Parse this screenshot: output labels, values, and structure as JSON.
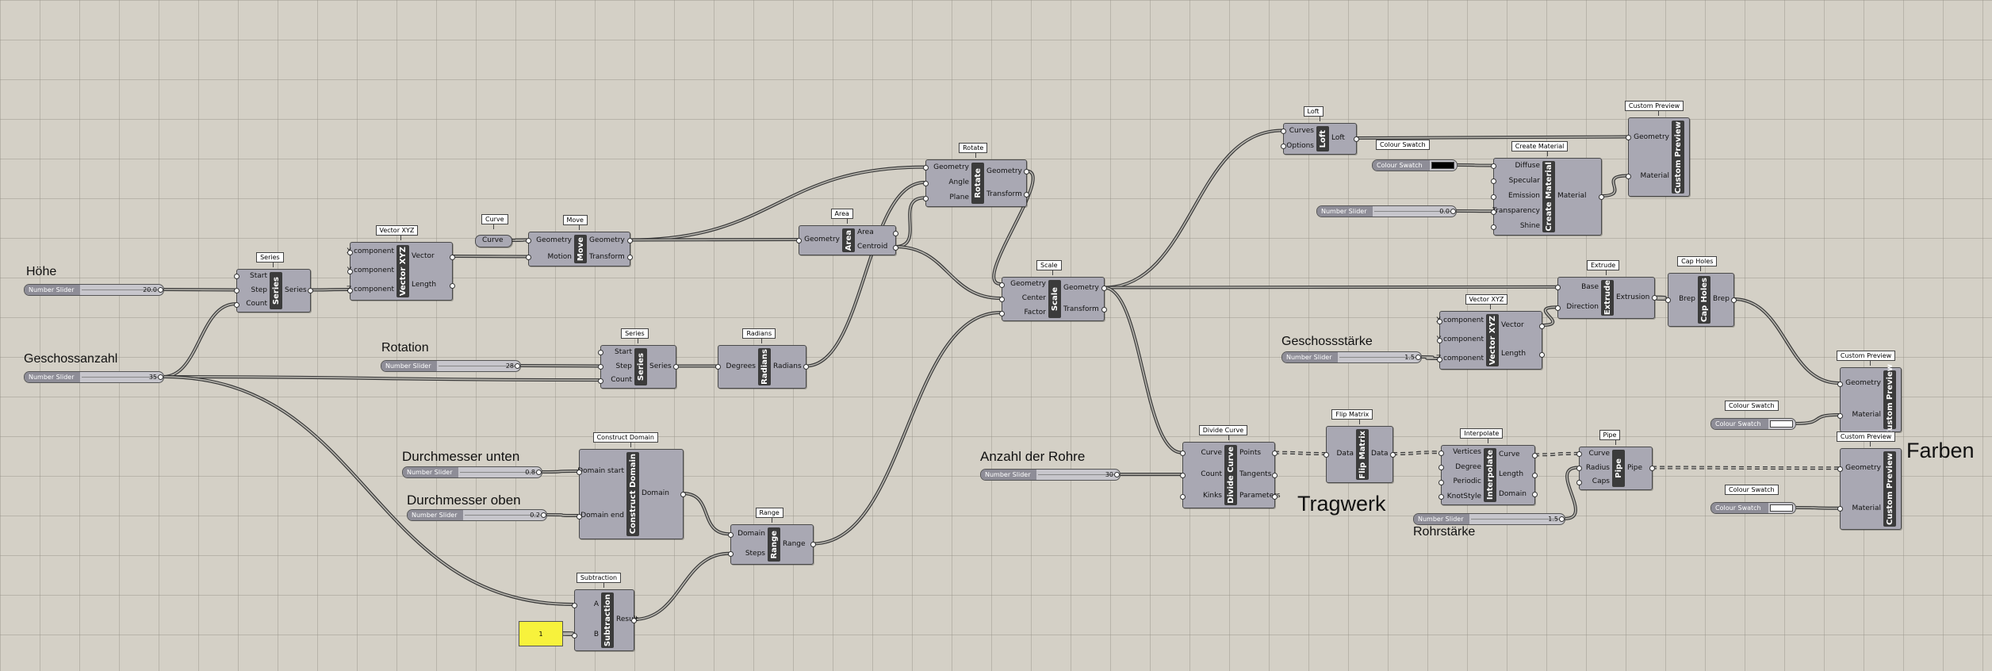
{
  "labels": {
    "hoehe": "Höhe",
    "geschossanzahl": "Geschossanzahl",
    "rotation": "Rotation",
    "durchmesser_unten": "Durchmesser unten",
    "durchmesser_oben": "Durchmesser oben",
    "anzahl_rohre": "Anzahl der Rohre",
    "geschossstaerke": "Geschossstärke",
    "tragwerk": "Tragwerk",
    "rohrstaerke": "Rohrstärke",
    "farben": "Farben"
  },
  "sliders": {
    "hoehe": {
      "label": "Number Slider",
      "value": "20.0"
    },
    "geschossanzahl": {
      "label": "Number Slider",
      "value": "35"
    },
    "rotation": {
      "label": "Number Slider",
      "value": "28"
    },
    "durchmesser_unten": {
      "label": "Number Slider",
      "value": "0.8"
    },
    "durchmesser_oben": {
      "label": "Number Slider",
      "value": "0.2"
    },
    "transparency": {
      "label": "Number Slider",
      "value": "0.0"
    },
    "geschossstaerke": {
      "label": "Number Slider",
      "value": "1.5"
    },
    "anzahl_rohre": {
      "label": "Number Slider",
      "value": "30"
    },
    "rohrstaerke": {
      "label": "Number Slider",
      "value": "1.5"
    }
  },
  "panel_yellow": {
    "value": "1"
  },
  "swatches": {
    "top": {
      "label": "Colour Swatch",
      "color": "#000000"
    },
    "mid": {
      "label": "Colour Swatch",
      "color": "#ffffff"
    },
    "bottom": {
      "label": "Colour Swatch",
      "color": "#ffffff"
    }
  },
  "components": {
    "series1": {
      "title": "Series",
      "name": "Series",
      "inputs": [
        "Start",
        "Step",
        "Count"
      ],
      "outputs": [
        "Series"
      ]
    },
    "vectorxyz1": {
      "title": "Vector XYZ",
      "name": "Vector XYZ",
      "inputs": [
        "X component",
        "Y component",
        "Z component"
      ],
      "outputs": [
        "Vector",
        "Length"
      ]
    },
    "curve": {
      "title": "Curve",
      "name": "Curve"
    },
    "move": {
      "title": "Move",
      "name": "Move",
      "inputs": [
        "Geometry",
        "Motion"
      ],
      "outputs": [
        "Geometry",
        "Transform"
      ]
    },
    "area": {
      "title": "Area",
      "name": "Area",
      "inputs": [
        "Geometry"
      ],
      "outputs": [
        "Area",
        "Centroid"
      ]
    },
    "rotate": {
      "title": "Rotate",
      "name": "Rotate",
      "inputs": [
        "Geometry",
        "Angle",
        "Plane"
      ],
      "outputs": [
        "Geometry",
        "Transform"
      ]
    },
    "series2": {
      "title": "Series",
      "name": "Series",
      "inputs": [
        "Start",
        "Step",
        "Count"
      ],
      "outputs": [
        "Series"
      ]
    },
    "radians": {
      "title": "Radians",
      "name": "Radians",
      "inputs": [
        "Degrees"
      ],
      "outputs": [
        "Radians"
      ]
    },
    "scale": {
      "title": "Scale",
      "name": "Scale",
      "inputs": [
        "Geometry",
        "Center",
        "Factor"
      ],
      "outputs": [
        "Geometry",
        "Transform"
      ]
    },
    "construct_domain": {
      "title": "Construct Domain",
      "name": "Construct Domain",
      "inputs": [
        "Domain start",
        "Domain end"
      ],
      "outputs": [
        "Domain"
      ]
    },
    "range": {
      "title": "Range",
      "name": "Range",
      "inputs": [
        "Domain",
        "Steps"
      ],
      "outputs": [
        "Range"
      ]
    },
    "subtraction": {
      "title": "Subtraction",
      "name": "Subtraction",
      "inputs": [
        "A",
        "B"
      ],
      "outputs": [
        "Result"
      ]
    },
    "loft": {
      "title": "Loft",
      "name": "Loft",
      "inputs": [
        "Curves",
        "Options"
      ],
      "outputs": [
        "Loft"
      ]
    },
    "create_material": {
      "title": "Create Material",
      "name": "Create Material",
      "inputs": [
        "Diffuse",
        "Specular",
        "Emission",
        "Transparency",
        "Shine"
      ],
      "outputs": [
        "Material"
      ]
    },
    "custom_preview1": {
      "title": "Custom Preview",
      "name": "Custom Preview",
      "inputs": [
        "Geometry",
        "Material"
      ]
    },
    "extrude": {
      "title": "Extrude",
      "name": "Extrude",
      "inputs": [
        "Base",
        "Direction"
      ],
      "outputs": [
        "Extrusion"
      ]
    },
    "cap_holes": {
      "title": "Cap Holes",
      "name": "Cap Holes",
      "inputs": [
        "Brep"
      ],
      "outputs": [
        "Brep"
      ]
    },
    "vectorxyz2": {
      "title": "Vector XYZ",
      "name": "Vector XYZ",
      "inputs": [
        "X component",
        "Y component",
        "Z component"
      ],
      "outputs": [
        "Vector",
        "Length"
      ]
    },
    "custom_preview2": {
      "title": "Custom Preview",
      "name": "Custom Preview",
      "inputs": [
        "Geometry",
        "Material"
      ]
    },
    "divide_curve": {
      "title": "Divide Curve",
      "name": "Divide Curve",
      "inputs": [
        "Curve",
        "Count",
        "Kinks"
      ],
      "outputs": [
        "Points",
        "Tangents",
        "Parameters"
      ]
    },
    "flip_matrix": {
      "title": "Flip Matrix",
      "name": "Flip Matrix",
      "inputs": [
        "Data"
      ],
      "outputs": [
        "Data"
      ]
    },
    "interpolate": {
      "title": "Interpolate",
      "name": "Interpolate",
      "inputs": [
        "Vertices",
        "Degree",
        "Periodic",
        "KnotStyle"
      ],
      "outputs": [
        "Curve",
        "Length",
        "Domain"
      ]
    },
    "pipe": {
      "title": "Pipe",
      "name": "Pipe",
      "inputs": [
        "Curve",
        "Radius",
        "Caps"
      ],
      "outputs": [
        "Pipe"
      ]
    },
    "custom_preview3": {
      "title": "Custom Preview",
      "name": "Custom Preview",
      "inputs": [
        "Geometry",
        "Material"
      ]
    }
  }
}
